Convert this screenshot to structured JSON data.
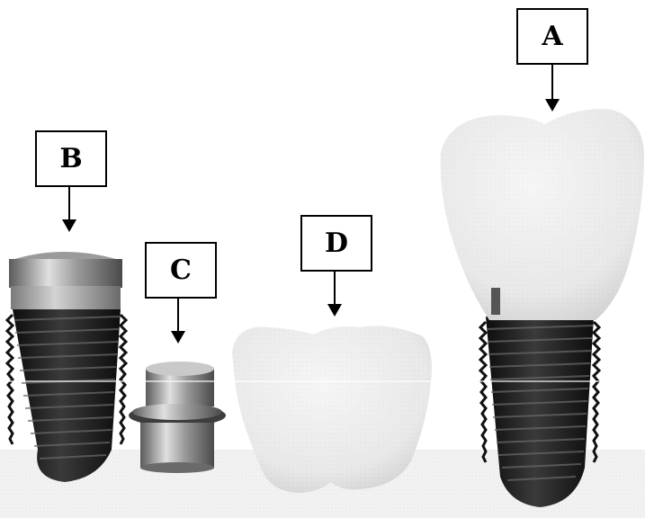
{
  "labels": {
    "a": "A",
    "b": "B",
    "c": "C",
    "d": "D"
  },
  "parts": [
    {
      "label": "A",
      "icon": "complete-implant-with-crown-icon"
    },
    {
      "label": "B",
      "icon": "implant-fixture-icon"
    },
    {
      "label": "C",
      "icon": "abutment-icon"
    },
    {
      "label": "D",
      "icon": "crown-icon"
    }
  ],
  "colors": {
    "thread_dark": "#1a1a1a",
    "metal_light": "#d8d8d8",
    "crown_white": "#f2f2f2"
  }
}
